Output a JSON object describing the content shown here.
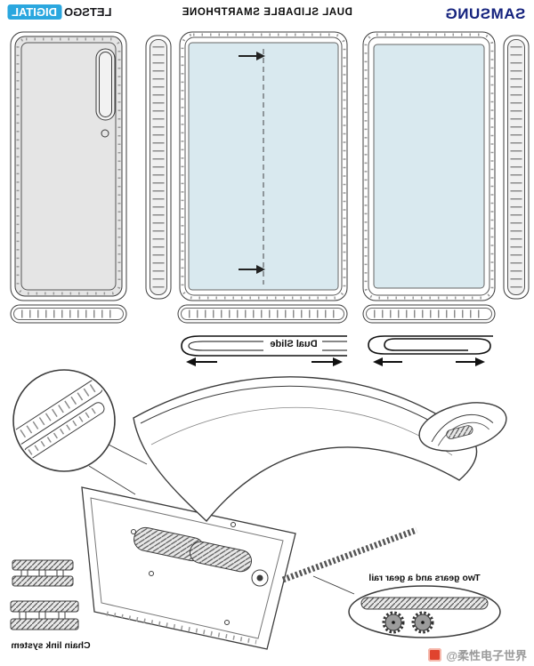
{
  "header": {
    "brand": "SAMSUNG",
    "title": "DUAL SLIDABLE SMARTPHONE",
    "publisher": {
      "name": "LETSGO",
      "suffix": "DIGITAL"
    }
  },
  "figure_labels": {
    "dual_slide": "Dual Slide",
    "gears_note": "Two gears and a gear rail",
    "chain_note": "Chain link system"
  },
  "watermark": {
    "text": "@柔性电子世界"
  },
  "colors": {
    "samsung_blue": "#15237e",
    "letsgo_blue": "#2aa7df",
    "screen_tint": "#d9e9ef",
    "line": "#3c3c3c",
    "watermark_gray": "#9a9a9a",
    "watermark_red": "#e0432e"
  }
}
